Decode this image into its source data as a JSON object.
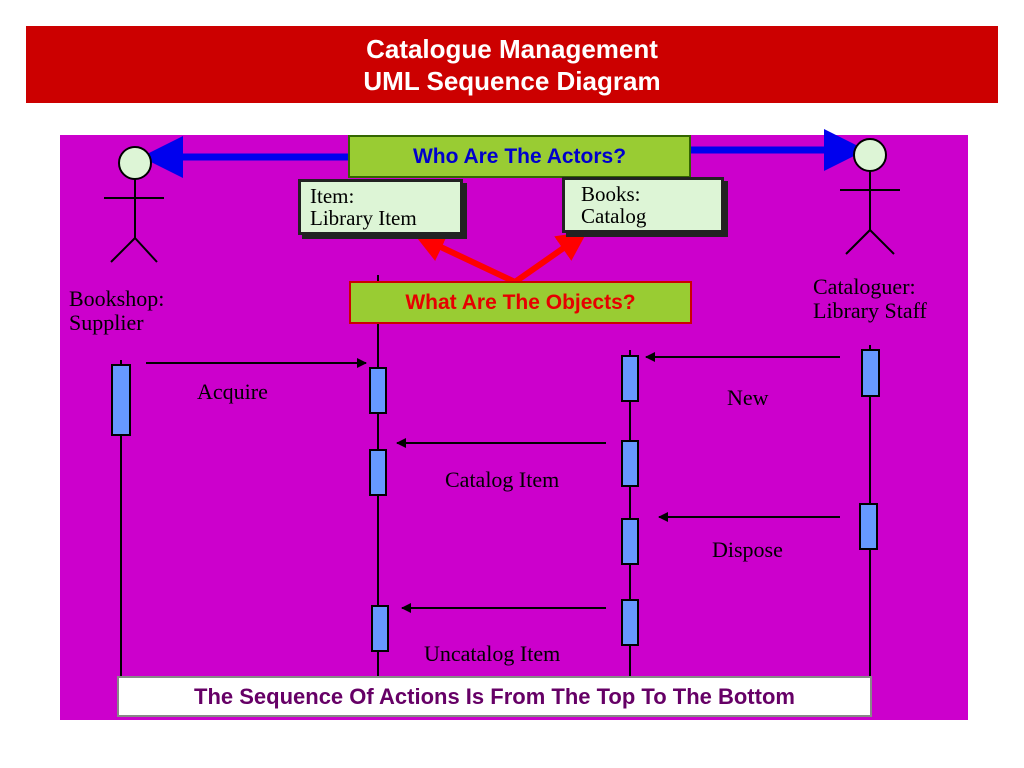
{
  "header": {
    "title_line1": "Catalogue Management",
    "title_line2": "UML Sequence Diagram"
  },
  "callouts": {
    "actors": "Who Are The Actors?",
    "objects": "What Are The Objects?"
  },
  "objects": [
    {
      "line1": "Item:",
      "line2": "Library Item"
    },
    {
      "line1": "Books:",
      "line2": "Catalog"
    }
  ],
  "actors": [
    {
      "line1": "Bookshop:",
      "line2": "Supplier"
    },
    {
      "line1": "Cataloguer:",
      "line2": "Library Staff"
    }
  ],
  "messages": {
    "acquire": "Acquire",
    "new": "New",
    "catalog_item": "Catalog Item",
    "dispose": "Dispose",
    "uncatalog_item": "Uncatalog Item"
  },
  "footer_note": "The Sequence Of Actions Is From The Top To The Bottom",
  "colors": {
    "banner": "#cc0000",
    "background": "#cc00cc",
    "callout": "#99cc33",
    "activation": "#6699ff",
    "actor_arrow": "#0000ee",
    "object_arrow": "#ff0000"
  }
}
